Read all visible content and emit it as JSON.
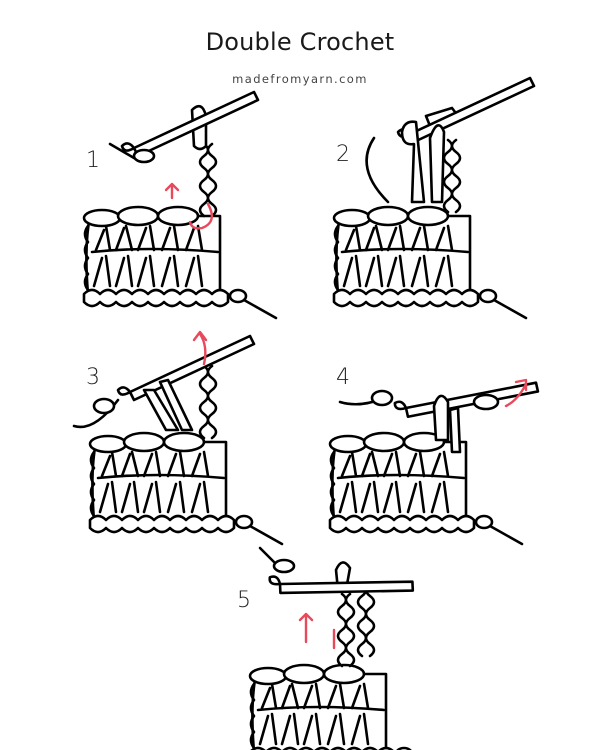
{
  "header": {
    "title": "Double Crochet",
    "subtitle": "madefromyarn.com"
  },
  "steps": [
    {
      "number": "1"
    },
    {
      "number": "2"
    },
    {
      "number": "3"
    },
    {
      "number": "4"
    },
    {
      "number": "5"
    }
  ],
  "colors": {
    "outline": "#000000",
    "arrow": "#e8495c",
    "background": "#ffffff"
  }
}
